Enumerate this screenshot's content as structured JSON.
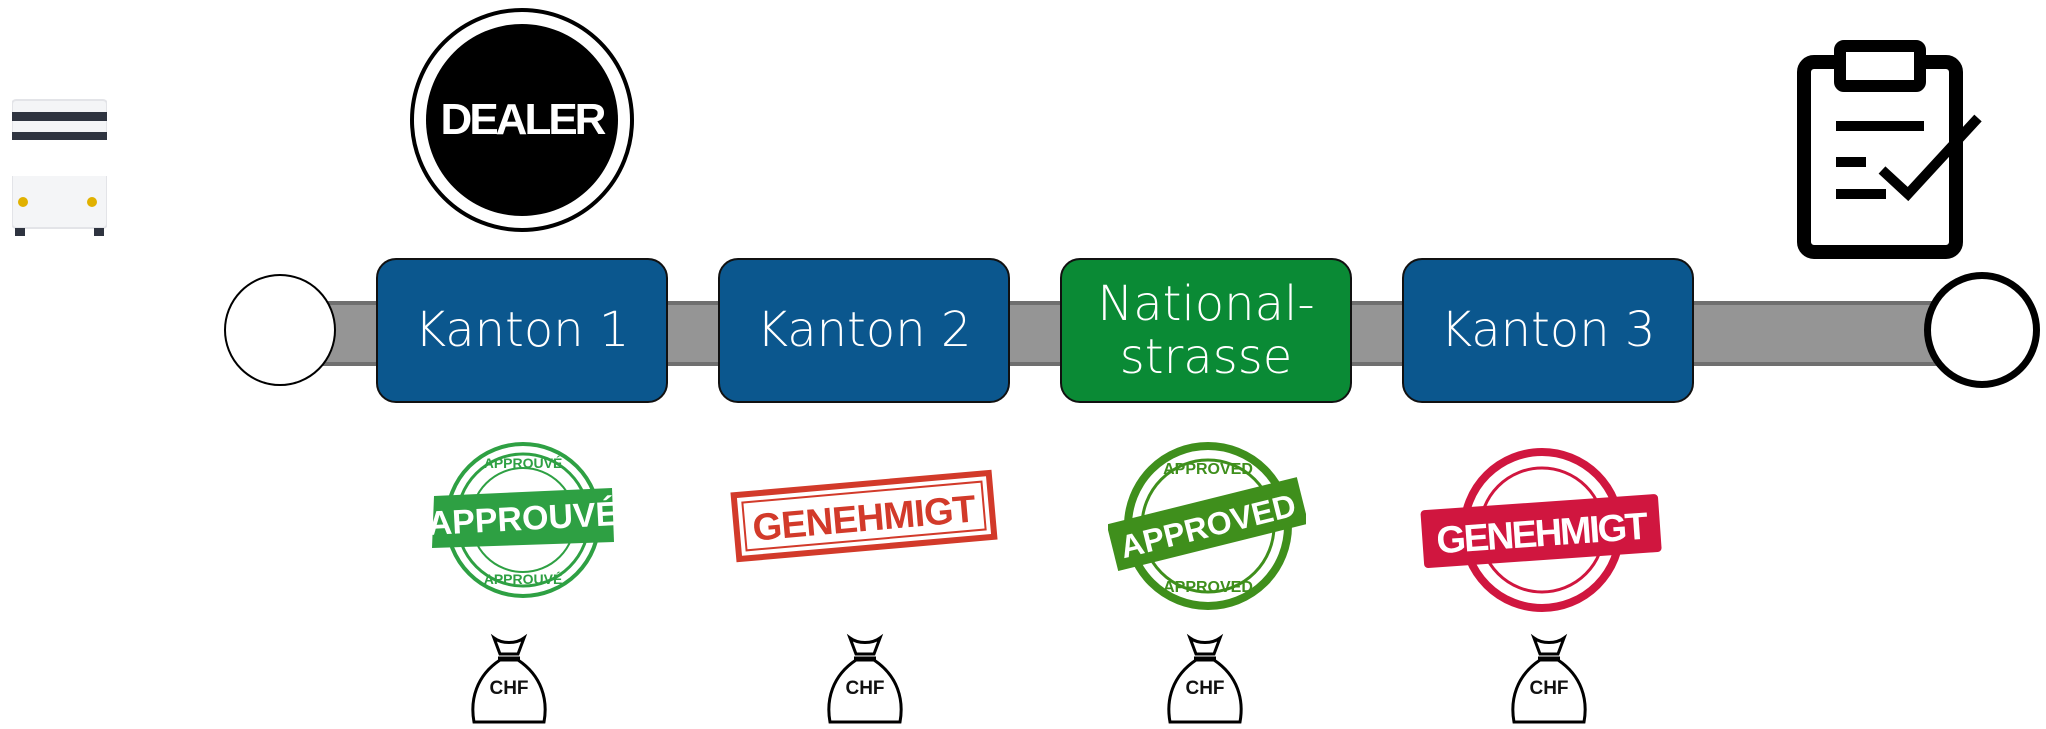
{
  "steps": [
    {
      "label": "Kanton 1",
      "color": "#0b578e"
    },
    {
      "label": "Kanton 2",
      "color": "#0b578e"
    },
    {
      "label": "National-\nstrasse",
      "color": "#0a8a35"
    },
    {
      "label": "Kanton 3",
      "color": "#0b578e"
    }
  ],
  "dealer": {
    "label": "DEALER"
  },
  "stamps": [
    {
      "text": "APPROUVÉ",
      "ring_text": "APPROUVÉ",
      "color": "#2ea043",
      "icon": "approuve-stamp"
    },
    {
      "text": "GENEHMIGT",
      "color": "#d23a2a",
      "icon": "genehmigt-stamp"
    },
    {
      "text": "APPROVED",
      "ring_text": "APPROVED",
      "color": "#3f8f1c",
      "icon": "approved-stamp"
    },
    {
      "text": "GENEHMIGT",
      "color": "#d0163f",
      "icon": "genehmigt-stamp"
    }
  ],
  "money_bags": [
    {
      "label": "CHF"
    },
    {
      "label": "CHF"
    },
    {
      "label": "CHF"
    },
    {
      "label": "CHF"
    }
  ],
  "icons": {
    "left": "bus-icon",
    "right": "clipboard-check-icon",
    "start": "start-node",
    "end": "end-node"
  }
}
